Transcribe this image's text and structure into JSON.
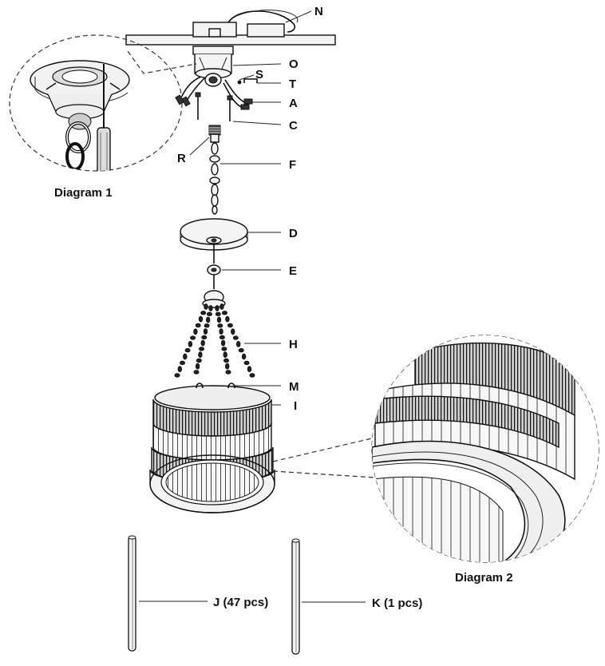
{
  "labels": {
    "N": "N",
    "O": "O",
    "S": "S",
    "T": "T",
    "A": "A",
    "C": "C",
    "R": "R",
    "F": "F",
    "D": "D",
    "E": "E",
    "H": "H",
    "M": "M",
    "I": "I",
    "J": "J (47 pcs)",
    "K": "K (1 pcs)"
  },
  "captions": {
    "diagram1": "Diagram 1",
    "diagram2": "Diagram 2"
  }
}
